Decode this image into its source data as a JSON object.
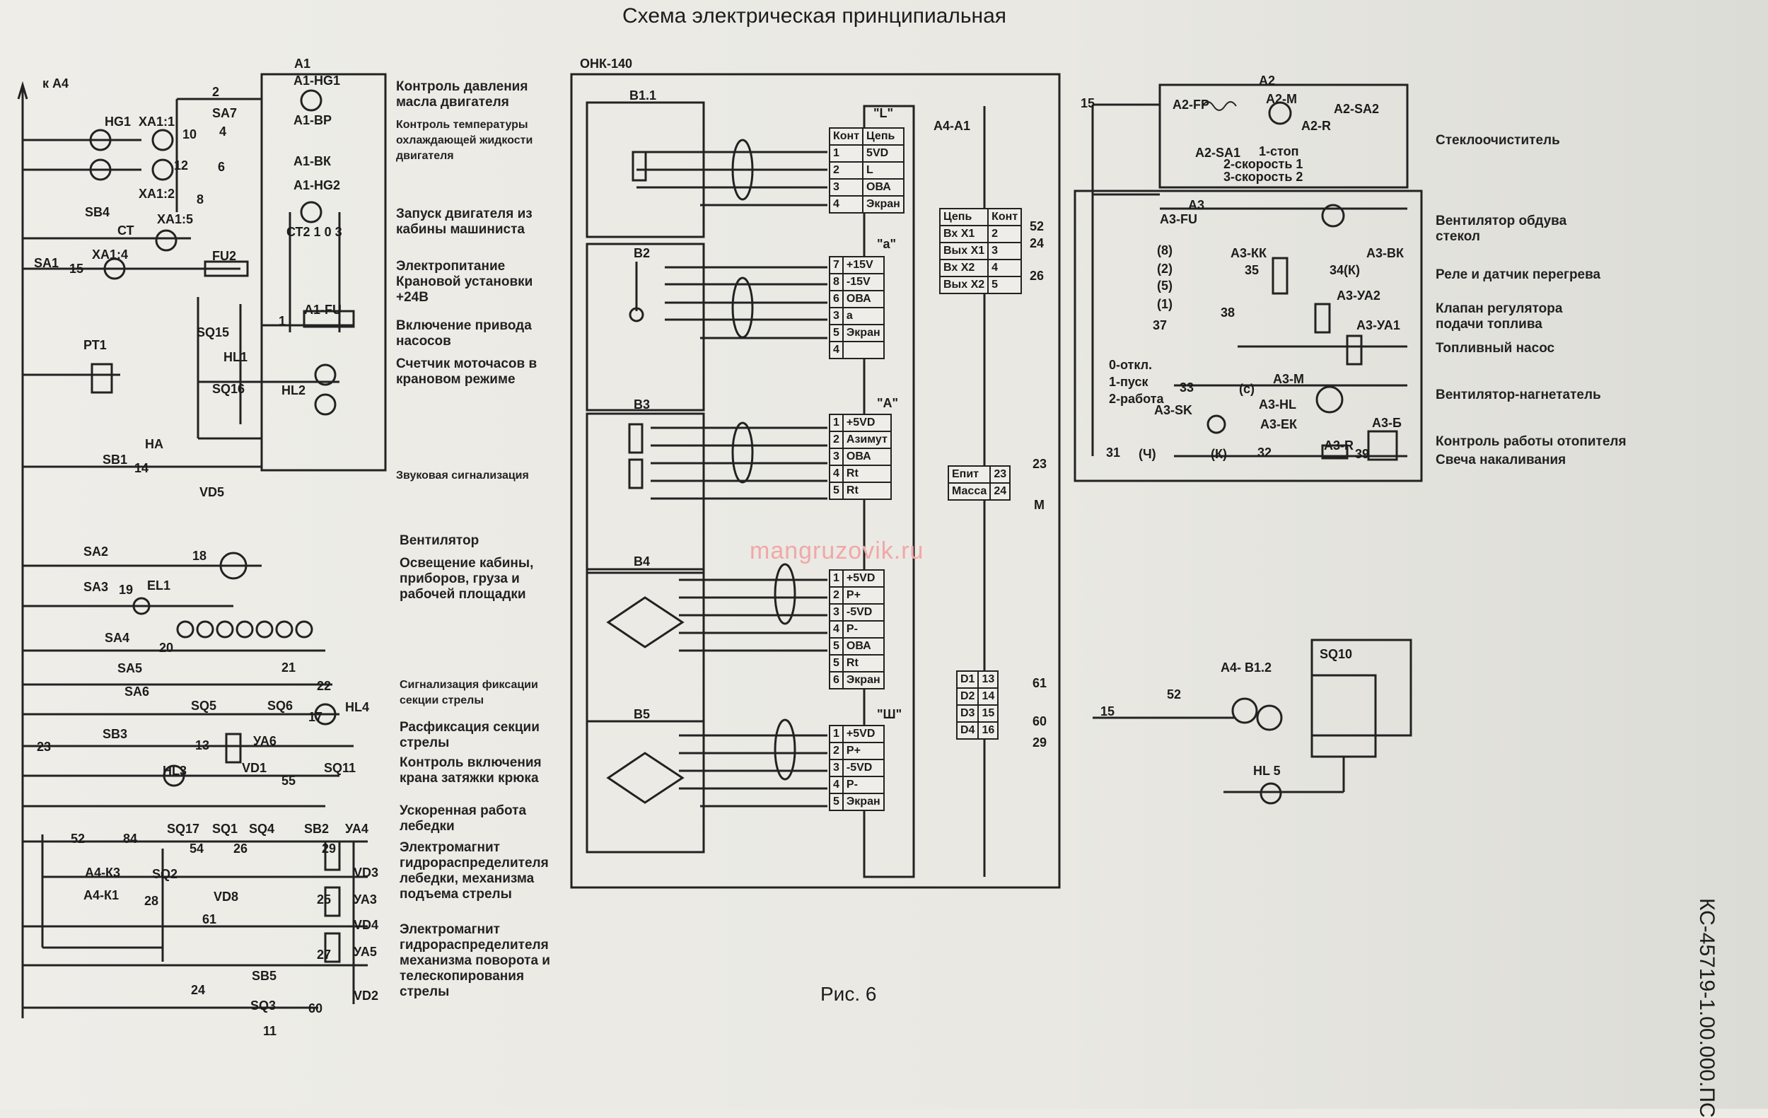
{
  "title": "Схема электрическая принципиальная",
  "figure": "Рис. 6",
  "doc_number": "КС-45719-1.00.000.ПС",
  "watermark": "mangruzovik.ru",
  "left": {
    "top_tag": "к А4",
    "labels": [
      "Контроль давления масла двигателя",
      "Контроль температуры охлаждающей жидкости двигателя",
      "Запуск двигателя из кабины машиниста",
      "Электропитание Крановой установки +24В",
      "Включение привода насосов",
      "Счетчик моточасов в крановом режиме",
      "Звуковая сигнализация",
      "Вентилятор",
      "Освещение кабины, приборов, груза и рабочей площадки",
      "Сигнализация фиксации секции стрелы",
      "Расфиксация секции стрелы",
      "Контроль включения крана затяжки крюка",
      "Ускоренная работа лебедки",
      "Электромагнит гидрораспределителя лебедки, механизма подъема стрелы",
      "Электромагнит гидрораспределителя механизма поворота и телескопирования стрелы"
    ],
    "components": [
      "HG1",
      "ХА1:1",
      "ХА1:2",
      "SA7",
      "SB4",
      "СТ",
      "ХА1:5",
      "SA1",
      "ХА1:4",
      "FU2",
      "РТ1",
      "SQ15",
      "HL1",
      "SQ16",
      "HL2",
      "НА",
      "SB1",
      "VD5",
      "SA2",
      "SA3",
      "EL1",
      "SA4",
      "SA5",
      "SA6",
      "SQ5",
      "SQ6",
      "HL4",
      "SB3",
      "УА6",
      "VD1",
      "SQ11",
      "HL3",
      "SQ17",
      "SQ1",
      "SQ4",
      "SB2",
      "УА4",
      "VD3",
      "УА3",
      "VD4",
      "УА5",
      "VD2",
      "SQ2",
      "VD8",
      "SB5",
      "SQ3",
      "А4-К3",
      "А4-К1"
    ],
    "a1_block": [
      "А1",
      "А1-HG1",
      "А1-ВР",
      "А1-ВК",
      "А1-HG2",
      "СТ2 1 0 3",
      "А1-FU"
    ],
    "wires": [
      "15",
      "18",
      "19",
      "20",
      "21",
      "22",
      "23",
      "17",
      "13",
      "55",
      "25",
      "26",
      "27",
      "28",
      "29",
      "54",
      "61",
      "24",
      "60",
      "11",
      "52",
      "84",
      "1",
      "2",
      "4",
      "6",
      "8",
      "10",
      "12",
      "14"
    ]
  },
  "onk": {
    "title": "ОНК-140",
    "module": "А4-А1",
    "sensors": [
      "В1.1",
      "В2",
      "В3",
      "В4",
      "В5"
    ],
    "connectors": [
      {
        "id": "\"L\"",
        "header": [
          "Конт",
          "Цепь"
        ],
        "rows": [
          [
            "1",
            "5VD"
          ],
          [
            "2",
            "L"
          ],
          [
            "3",
            "ОВА"
          ],
          [
            "4",
            "Экран"
          ]
        ]
      },
      {
        "id": "\"а\"",
        "header": [],
        "rows": [
          [
            "7",
            "+15V"
          ],
          [
            "8",
            "-15V"
          ],
          [
            "6",
            "ОВА"
          ],
          [
            "3",
            "а"
          ],
          [
            "5",
            "Экран"
          ],
          [
            "4",
            ""
          ]
        ]
      },
      {
        "id": "\"А\"",
        "header": [],
        "rows": [
          [
            "1",
            "+5VD"
          ],
          [
            "2",
            "Азимут"
          ],
          [
            "3",
            "ОВА"
          ],
          [
            "4",
            "Rt"
          ],
          [
            "5",
            "Rt"
          ]
        ]
      },
      {
        "id": "",
        "header": [],
        "rows": [
          [
            "1",
            "+5VD"
          ],
          [
            "2",
            "Р+"
          ],
          [
            "3",
            "-5VD"
          ],
          [
            "4",
            "Р-"
          ],
          [
            "5",
            "ОВА"
          ],
          [
            "5",
            "Rt"
          ],
          [
            "6",
            "Экран"
          ]
        ]
      },
      {
        "id": "\"Ш\"",
        "header": [],
        "rows": [
          [
            "1",
            "+5VD"
          ],
          [
            "2",
            "Р+"
          ],
          [
            "3",
            "-5VD"
          ],
          [
            "4",
            "Р-"
          ],
          [
            "5",
            "Экран"
          ]
        ]
      }
    ],
    "io_table": {
      "header": [
        "Цепь",
        "Конт"
      ],
      "rows": [
        [
          "Вх X1",
          "2"
        ],
        [
          "Вых X1",
          "3"
        ],
        [
          "Вх X2",
          "4"
        ],
        [
          "Вых X2",
          "5"
        ]
      ],
      "wires": [
        "52",
        "24",
        "26"
      ]
    },
    "power_table": {
      "rows": [
        [
          "Епит",
          "23"
        ],
        [
          "Масса",
          "24"
        ]
      ],
      "wires": [
        "23",
        "М"
      ]
    },
    "d_table": {
      "rows": [
        [
          "D1",
          "13"
        ],
        [
          "D2",
          "14"
        ],
        [
          "D3",
          "15"
        ],
        [
          "D4",
          "16"
        ]
      ],
      "wires": [
        "61",
        "60",
        "29"
      ]
    }
  },
  "right": {
    "a2_components": [
      "А2",
      "А2-FP",
      "А2-М",
      "А2-SA2",
      "А2-R",
      "А2-SA1",
      "1-стоп",
      "2-скорость 1",
      "3-скорость 2"
    ],
    "a3_components": [
      "А3",
      "А3-FU",
      "А3-КК",
      "А3-ВК",
      "А3-УА2",
      "А3-УА1",
      "А3-М",
      "А3-SK",
      "А3-HL",
      "А3-ЕК",
      "А3-R",
      "А3-Б"
    ],
    "modes": [
      "0-откл.",
      "1-пуск",
      "2-работа"
    ],
    "labels": [
      "Стеклоочиститель",
      "Вентилятор обдува стекол",
      "Реле и датчик перегрева",
      "Клапан регулятора подачи топлива",
      "Топливный насос",
      "Вентилятор-нагнетатель",
      "Контроль работы отопителя",
      "Свеча накаливания"
    ],
    "wires": [
      "15",
      "35",
      "34(К)",
      "38",
      "37",
      "33",
      "31",
      "32",
      "39",
      "(с)",
      "(Ч)",
      "(К)",
      "(8)",
      "(2)",
      "(5)",
      "(1)"
    ],
    "sub": {
      "components": [
        "А4- В1.2",
        "SQ10",
        "HL 5"
      ],
      "wires": [
        "15",
        "52"
      ]
    }
  }
}
